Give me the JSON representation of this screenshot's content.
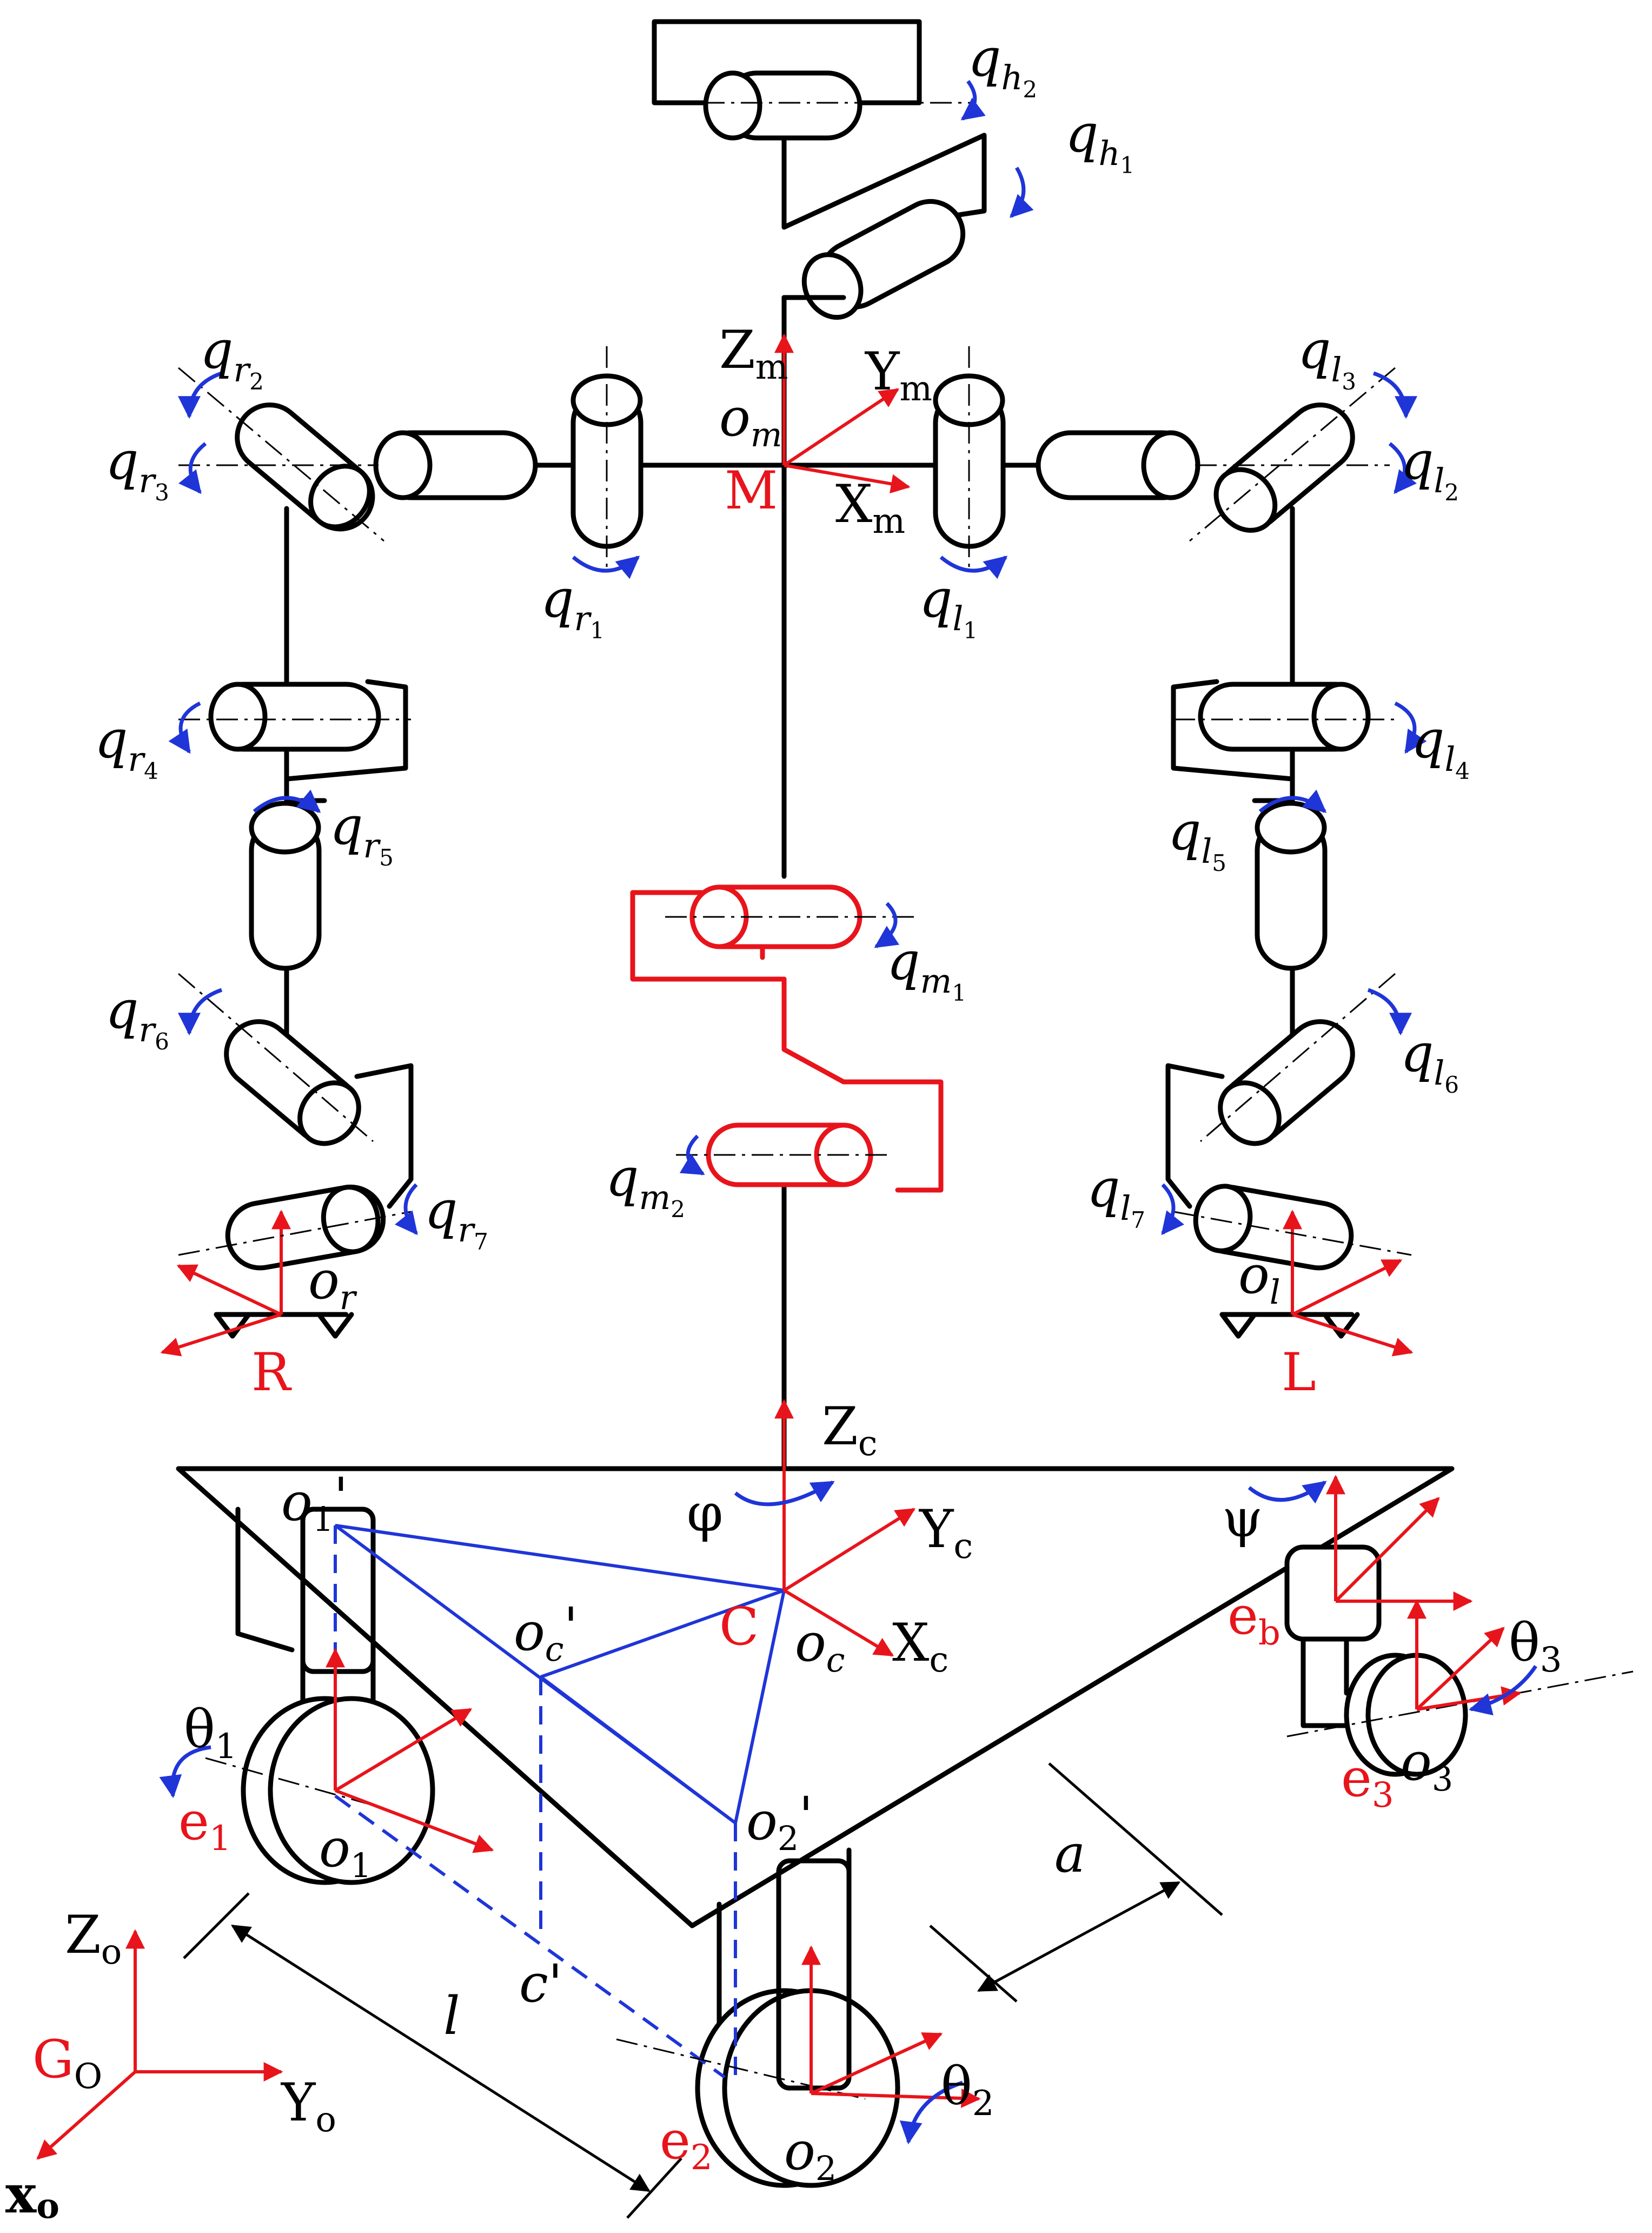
{
  "labels": {
    "q_h2": "q",
    "q_h2_sub": "h",
    "q_h2_n": "2",
    "q_h1": "q",
    "q_h1_sub": "h",
    "q_h1_n": "1",
    "q_r1": "q",
    "q_r1_sub": "r",
    "q_r1_n": "1",
    "q_r2": "q",
    "q_r2_sub": "r",
    "q_r2_n": "2",
    "q_r3": "q",
    "q_r3_sub": "r",
    "q_r3_n": "3",
    "q_r4": "q",
    "q_r4_sub": "r",
    "q_r4_n": "4",
    "q_r5": "q",
    "q_r5_sub": "r",
    "q_r5_n": "5",
    "q_r6": "q",
    "q_r6_sub": "r",
    "q_r6_n": "6",
    "q_r7": "q",
    "q_r7_sub": "r",
    "q_r7_n": "7",
    "q_l1": "q",
    "q_l1_sub": "l",
    "q_l1_n": "1",
    "q_l2": "q",
    "q_l2_sub": "l",
    "q_l2_n": "2",
    "q_l3": "q",
    "q_l3_sub": "l",
    "q_l3_n": "3",
    "q_l4": "q",
    "q_l4_sub": "l",
    "q_l4_n": "4",
    "q_l5": "q",
    "q_l5_sub": "l",
    "q_l5_n": "5",
    "q_l6": "q",
    "q_l6_sub": "l",
    "q_l6_n": "6",
    "q_l7": "q",
    "q_l7_sub": "l",
    "q_l7_n": "7",
    "q_m1": "q",
    "q_m1_sub": "m",
    "q_m1_n": "1",
    "q_m2": "q",
    "q_m2_sub": "m",
    "q_m2_n": "2",
    "Zm": "Z",
    "Zm_sub": "m",
    "Ym": "Y",
    "Ym_sub": "m",
    "Xm": "X",
    "Xm_sub": "m",
    "om": "o",
    "om_sub": "m",
    "M": "M",
    "or": "o",
    "or_sub": "r",
    "R": "R",
    "ol": "o",
    "ol_sub": "l",
    "L": "L",
    "Zc": "Z",
    "Zc_sub": "c",
    "Yc": "Y",
    "Yc_sub": "c",
    "Xc": "X",
    "Xc_sub": "c",
    "phi": "φ",
    "psi": "ψ",
    "C": "C",
    "oc": "o",
    "oc_sub": "c",
    "o1p": "o",
    "o1p_sub": "1",
    "o1p_prime": "'",
    "ocp": "o",
    "ocp_sub": "c",
    "ocp_prime": "'",
    "o2p": "o",
    "o2p_sub": "2",
    "o2p_prime": "'",
    "cp": "c'",
    "theta1": "θ",
    "theta1_sub": "1",
    "theta2": "θ",
    "theta2_sub": "2",
    "theta3": "θ",
    "theta3_sub": "3",
    "e1": "e",
    "e1_sub": "1",
    "e2": "e",
    "e2_sub": "2",
    "e3": "e",
    "e3_sub": "3",
    "eb": "e",
    "eb_sub": "b",
    "o1": "o",
    "o1_sub": "1",
    "o2": "o",
    "o2_sub": "2",
    "o3": "o",
    "o3_sub": "3",
    "a": "a",
    "l": "l",
    "Zo": "Z",
    "Zo_sub": "o",
    "Yo": "Y",
    "Yo_sub": "o",
    "Xo": "x",
    "Xo_sub": "o",
    "Go": "G",
    "Go_sub": "O"
  },
  "colors": {
    "structure": "#000000",
    "frames": "#e8141b",
    "rotations": "#1f35d8",
    "waist": "#e8141b"
  }
}
